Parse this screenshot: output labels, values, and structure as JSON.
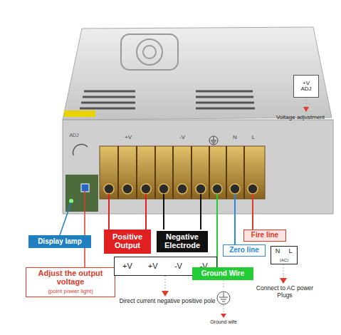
{
  "diagram": {
    "nodes": [
      {
        "text": [
          "+V ADJ"
        ]
      },
      {
        "text": [
          "Display lamp"
        ]
      },
      {
        "text": [
          "Adjust the output voltage",
          "(point power light)"
        ]
      },
      {
        "text": [
          "Positive Output"
        ]
      },
      {
        "text": [
          "Negative Electrode"
        ]
      },
      {
        "text": [
          "+V",
          "+V",
          "-V",
          "-V"
        ]
      },
      {
        "text": [
          "Ground Wire"
        ]
      },
      {
        "text": [
          "Zero line"
        ]
      },
      {
        "text": [
          "Fire line"
        ]
      },
      {
        "text": [
          "N",
          "L",
          "(AC)"
        ]
      }
    ],
    "labels": [
      "Voltage adjustment",
      "Direct current negative positive pole",
      "Ground wife",
      "Connect to AC power Plugs",
      "ADJ",
      "+V",
      "-V",
      "N",
      "L"
    ]
  }
}
